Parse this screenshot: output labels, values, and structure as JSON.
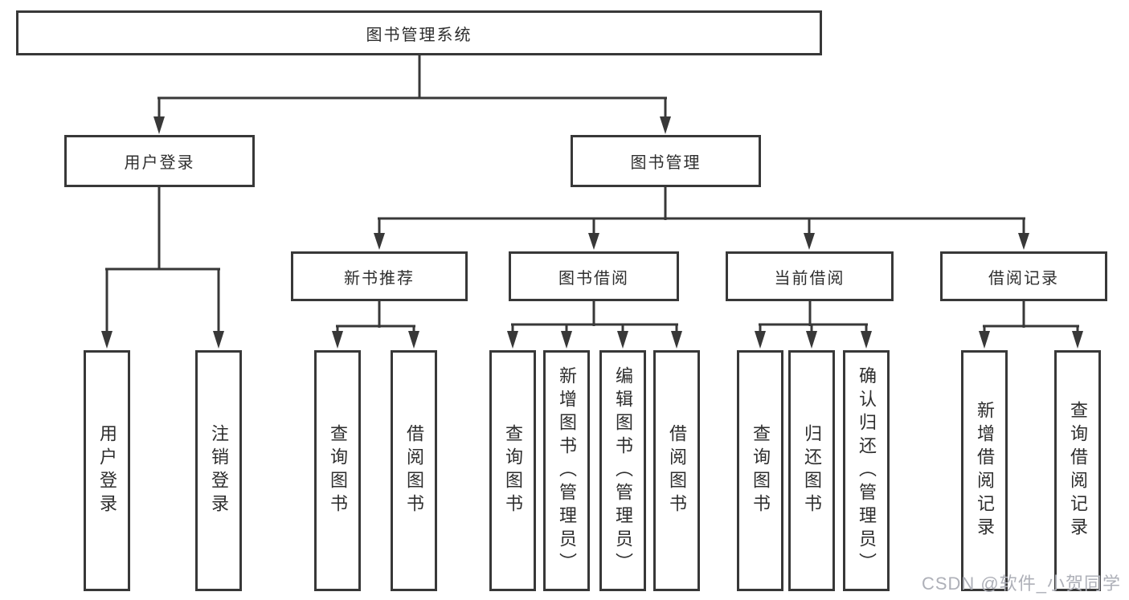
{
  "diagram": {
    "root": {
      "label": "图书管理系统"
    },
    "level2": [
      {
        "label": "用户登录"
      },
      {
        "label": "图书管理"
      }
    ],
    "level3": [
      {
        "label": "新书推荐"
      },
      {
        "label": "图书借阅"
      },
      {
        "label": "当前借阅"
      },
      {
        "label": "借阅记录"
      }
    ],
    "leaves": {
      "user_login": [
        "用户登录",
        "注销登录"
      ],
      "new_books": [
        "查询图书",
        "借阅图书"
      ],
      "book_borrow": [
        "查询图书",
        "新增图书（管理员）",
        "编辑图书（管理员）",
        "借阅图书"
      ],
      "current_borrow": [
        "查询图书",
        "归还图书",
        "确认归还（管理员）"
      ],
      "borrow_records": [
        "新增借阅记录",
        "查询借阅记录"
      ]
    }
  },
  "watermark": {
    "text": "CSDN @软件_小贺同学",
    "color": "#aeb0b8"
  },
  "colors": {
    "line": "#383838",
    "text": "#2e2e2e",
    "background": "#ffffff"
  }
}
